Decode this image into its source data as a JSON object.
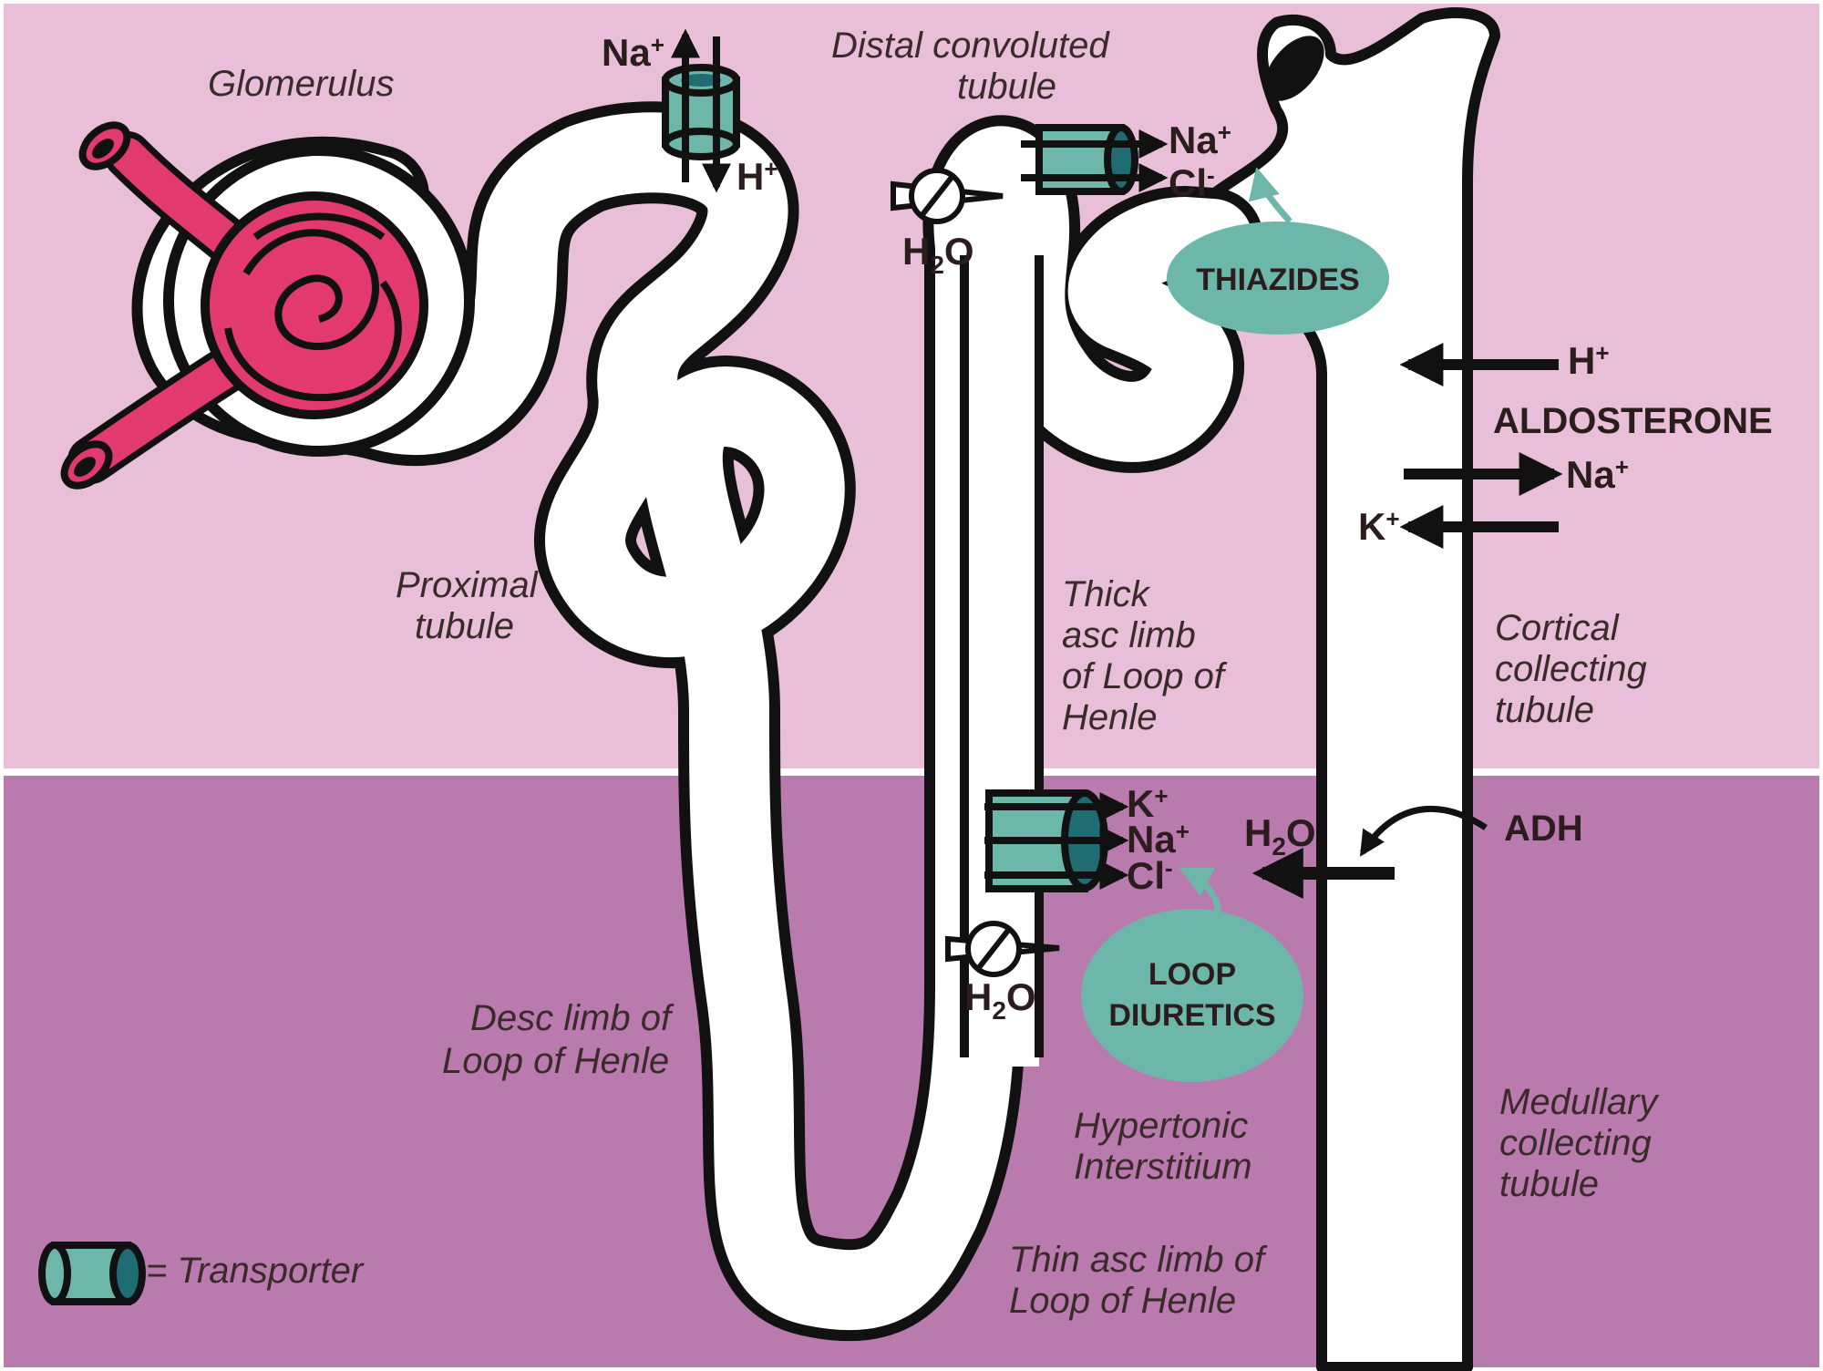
{
  "labels": {
    "glomerulus": "Glomerulus",
    "proximal_1": "Proximal",
    "proximal_2": "tubule",
    "dct_1": "Distal convoluted",
    "dct_2": "tubule",
    "thick_1": "Thick",
    "thick_2": "asc limb",
    "thick_3": "of Loop of",
    "thick_4": "Henle",
    "cortical_1": "Cortical",
    "cortical_2": "collecting",
    "cortical_3": "tubule",
    "desc_1": "Desc limb of",
    "desc_2": "Loop of Henle",
    "hyper_1": "Hypertonic",
    "hyper_2": "Interstitium",
    "thin_1": "Thin asc limb of",
    "thin_2": "Loop of Henle",
    "medullary_1": "Medullary",
    "medullary_2": "collecting",
    "medullary_3": "tubule",
    "legend": "= Transporter"
  },
  "ions": {
    "na": "Na",
    "plus": "+",
    "minus": "-",
    "h": "H",
    "cl": "Cl",
    "k": "K",
    "h2o_h": "H",
    "h2o_2": "2",
    "h2o_o": "O"
  },
  "drugs": {
    "thiazides": "THIAZIDES",
    "loop_1": "LOOP",
    "loop_2": "DIURETICS"
  },
  "hormones": {
    "aldosterone": "ALDOSTERONE",
    "adh": "ADH"
  },
  "colors": {
    "cortex": "#e8bed8",
    "medulla": "#b97bad",
    "glomerulus": "#e23a6e",
    "transporter": "#6cb7a9",
    "transporter_dark": "#1f6c72",
    "drug_oval": "#6cb7a9",
    "outline": "#111111"
  }
}
